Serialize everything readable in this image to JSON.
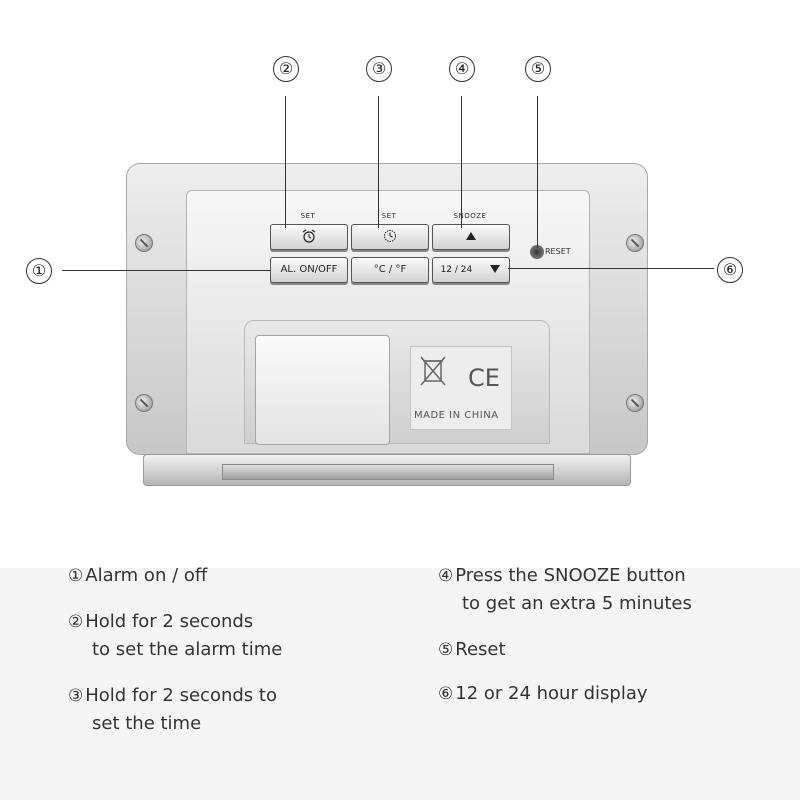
{
  "callouts": [
    "①",
    "②",
    "③",
    "④",
    "⑤",
    "⑥"
  ],
  "device": {
    "buttons": {
      "set_alarm_label": "SET",
      "set_time_label": "SET",
      "snooze_label": "SNOOZE",
      "alarm_onoff_text": "AL. ON/OFF",
      "temp_unit_text": "°C / °F",
      "hour_mode_text": "12 / 24",
      "alarm_icon": "alarm-clock-icon",
      "clock_icon": "clock-icon",
      "up_icon": "triangle-up-icon",
      "down_icon": "triangle-down-icon"
    },
    "reset_label": "RESET",
    "made_in": "MADE IN CHINA",
    "ce_mark": "CE"
  },
  "legend": {
    "item1": {
      "num": "①",
      "line1": "Alarm on / off",
      "line2": ""
    },
    "item2": {
      "num": "②",
      "line1": "Hold for 2 seconds",
      "line2": "to set the alarm time"
    },
    "item3": {
      "num": "③",
      "line1": "Hold for 2 seconds to",
      "line2": "set the time"
    },
    "item4": {
      "num": "④",
      "line1": "Press the SNOOZE button",
      "line2": "to get an extra 5 minutes"
    },
    "item5": {
      "num": "⑤",
      "line1": "Reset",
      "line2": ""
    },
    "item6": {
      "num": "⑥",
      "line1": "12 or 24 hour display",
      "line2": ""
    }
  },
  "colors": {
    "text": "#333333",
    "bottom_background": "#f5f5f5",
    "device": "#d8d8d8"
  }
}
